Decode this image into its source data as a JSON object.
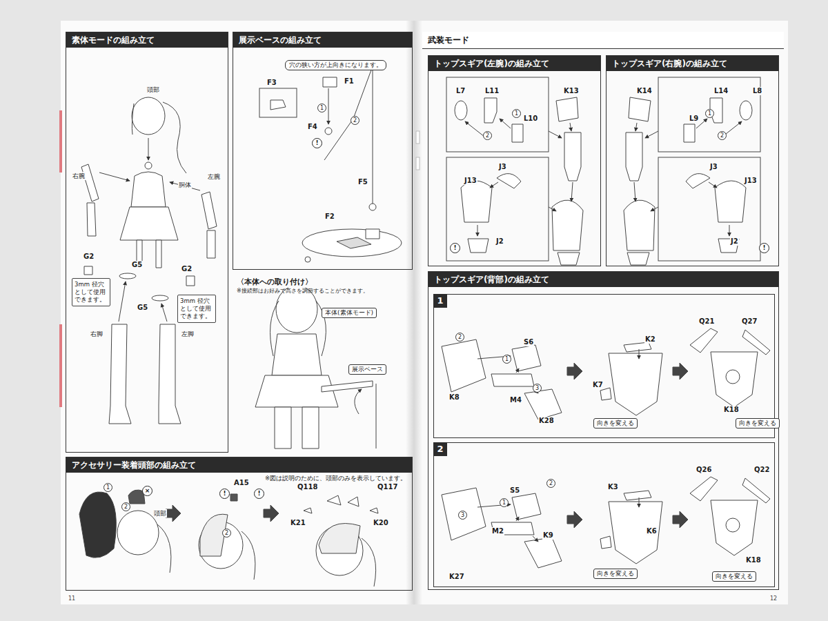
{
  "diagram": {
    "nodes": [
      {
        "text": [
          "素体モードの組み立て"
        ]
      },
      {
        "text": [
          "3mm 径穴として使用できます。"
        ],
        "in": 0
      },
      {
        "text": [
          "3mm 径穴として使用できます。"
        ],
        "in": 0
      },
      {
        "text": [
          "展示ベースの組み立て"
        ]
      },
      {
        "text": [
          "穴の狭い方が上向きになります。"
        ],
        "in": 3
      },
      {
        "text": [
          "〈本体への取り付け〉",
          "※接続部はお好みで高さを調節することができます。"
        ]
      },
      {
        "text": [
          "本体(素体モード)"
        ],
        "in": 5
      },
      {
        "text": [
          "展示ベース"
        ],
        "in": 5
      },
      {
        "text": [
          "アクセサリー装着頭部の組み立て",
          "※図は説明のために、頭部のみを表示しています。"
        ]
      },
      {
        "text": [
          "武装モード"
        ]
      },
      {
        "text": [
          "トップスギア(左腕)の組み立て"
        ],
        "in": 9
      },
      {
        "text": [
          "トップスギア(右腕)の組み立て"
        ],
        "in": 9
      },
      {
        "text": [
          "トップスギア(背部)の組み立て"
        ],
        "in": 9
      },
      {
        "text": [
          "1"
        ],
        "in": 12
      },
      {
        "text": [
          "向きを変える"
        ],
        "in": 13
      },
      {
        "text": [
          "向きを変える"
        ],
        "in": 13
      },
      {
        "text": [
          "2"
        ],
        "in": 12
      },
      {
        "text": [
          "向きを変える"
        ],
        "in": 16
      },
      {
        "text": [
          "向きを変える"
        ],
        "in": 16
      }
    ],
    "labels": [
      "頭部",
      "右腕",
      "胴体",
      "左腕",
      "G2",
      "G5",
      "G5",
      "G2",
      "右脚",
      "左脚",
      "F3",
      "F1",
      "1",
      "2",
      "F4",
      "!",
      "F5",
      "F2",
      "1",
      "2",
      "×",
      "頭部",
      "A15",
      "!",
      "!",
      "2",
      "Q118",
      "K21",
      "Q117",
      "K20",
      "L7",
      "L11",
      "1",
      "L10",
      "2",
      "K13",
      "J3",
      "J13",
      "!",
      "J2",
      "K14",
      "L14",
      "L8",
      "L9",
      "1",
      "2",
      "J3",
      "J13",
      "J2",
      "!",
      "2",
      "S6",
      "1",
      "K8",
      "M4",
      "3",
      "K28",
      "K2",
      "K7",
      "Q21",
      "Q27",
      "K18",
      "S5",
      "2",
      "1",
      "3",
      "M2",
      "K27",
      "K9",
      "K3",
      "K6",
      "Q26",
      "Q22",
      "K18",
      "11",
      "12"
    ]
  }
}
